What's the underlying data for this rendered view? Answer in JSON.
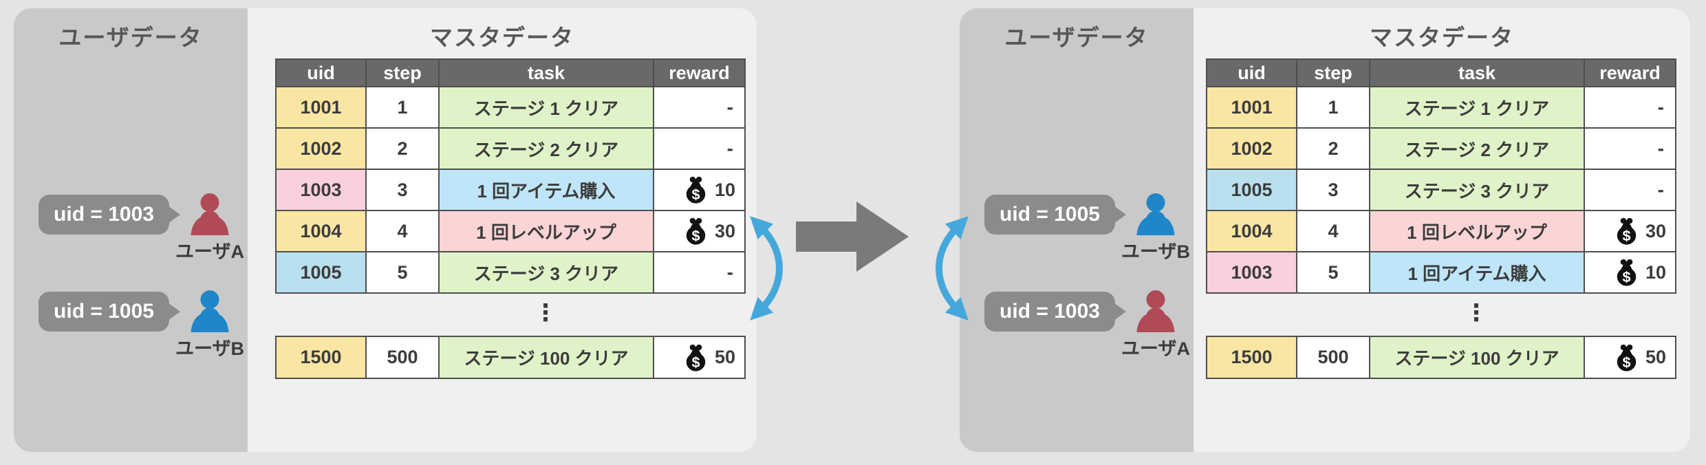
{
  "palette": {
    "yellow": "#FAE6A3",
    "pink": "#FBD0DD",
    "lightblue": "#B9E0EE",
    "green": "#E0F3C8",
    "skyblue": "#BEE5F8",
    "salmon": "#FBD4D6",
    "header_gray": "#696969",
    "bubble_gray": "#8B8B8B",
    "arrow_gray": "#7A7A7A",
    "swap_arrow_blue": "#45A8DB",
    "user_red": "#B04A57",
    "user_blue": "#1E86C9"
  },
  "before": {
    "user_panel": {
      "title": "ユーザデータ",
      "users": [
        {
          "bubble_label": "uid = 1003",
          "name": "ユーザA",
          "color_key": "user_red"
        },
        {
          "bubble_label": "uid = 1005",
          "name": "ユーザB",
          "color_key": "user_blue"
        }
      ]
    },
    "master_panel": {
      "title": "マスタデータ",
      "headers": [
        "uid",
        "step",
        "task",
        "reward"
      ],
      "rows": [
        {
          "uid": "1001",
          "uid_bg": "yellow",
          "step": "1",
          "task": "ステージ 1 クリア",
          "task_bg": "green",
          "reward": {
            "icon": null,
            "value": "-"
          }
        },
        {
          "uid": "1002",
          "uid_bg": "yellow",
          "step": "2",
          "task": "ステージ 2 クリア",
          "task_bg": "green",
          "reward": {
            "icon": null,
            "value": "-"
          }
        },
        {
          "uid": "1003",
          "uid_bg": "pink",
          "step": "3",
          "task": "1 回アイテム購入",
          "task_bg": "skyblue",
          "reward": {
            "icon": "money-bag",
            "value": "10"
          }
        },
        {
          "uid": "1004",
          "uid_bg": "yellow",
          "step": "4",
          "task": "1 回レベルアップ",
          "task_bg": "salmon",
          "reward": {
            "icon": "money-bag",
            "value": "30"
          }
        },
        {
          "uid": "1005",
          "uid_bg": "lightblue",
          "step": "5",
          "task": "ステージ 3 クリア",
          "task_bg": "green",
          "reward": {
            "icon": null,
            "value": "-"
          }
        }
      ],
      "ellipsis": "⋮",
      "footer_row": {
        "uid": "1500",
        "uid_bg": "yellow",
        "step": "500",
        "task": "ステージ 100 クリア",
        "task_bg": "green",
        "reward": {
          "icon": "money-bag",
          "value": "50"
        }
      }
    }
  },
  "after": {
    "user_panel": {
      "title": "ユーザデータ",
      "users": [
        {
          "bubble_label": "uid = 1005",
          "name": "ユーザB",
          "color_key": "user_blue"
        },
        {
          "bubble_label": "uid = 1003",
          "name": "ユーザA",
          "color_key": "user_red"
        }
      ]
    },
    "master_panel": {
      "title": "マスタデータ",
      "headers": [
        "uid",
        "step",
        "task",
        "reward"
      ],
      "rows": [
        {
          "uid": "1001",
          "uid_bg": "yellow",
          "step": "1",
          "task": "ステージ 1 クリア",
          "task_bg": "green",
          "reward": {
            "icon": null,
            "value": "-"
          }
        },
        {
          "uid": "1002",
          "uid_bg": "yellow",
          "step": "2",
          "task": "ステージ 2 クリア",
          "task_bg": "green",
          "reward": {
            "icon": null,
            "value": "-"
          }
        },
        {
          "uid": "1005",
          "uid_bg": "lightblue",
          "step": "3",
          "task": "ステージ 3 クリア",
          "task_bg": "green",
          "reward": {
            "icon": null,
            "value": "-"
          }
        },
        {
          "uid": "1004",
          "uid_bg": "yellow",
          "step": "4",
          "task": "1 回レベルアップ",
          "task_bg": "salmon",
          "reward": {
            "icon": "money-bag",
            "value": "30"
          }
        },
        {
          "uid": "1003",
          "uid_bg": "pink",
          "step": "5",
          "task": "1 回アイテム購入",
          "task_bg": "skyblue",
          "reward": {
            "icon": "money-bag",
            "value": "10"
          }
        }
      ],
      "ellipsis": "⋮",
      "footer_row": {
        "uid": "1500",
        "uid_bg": "yellow",
        "step": "500",
        "task": "ステージ 100 クリア",
        "task_bg": "green",
        "reward": {
          "icon": "money-bag",
          "value": "50"
        }
      }
    }
  }
}
